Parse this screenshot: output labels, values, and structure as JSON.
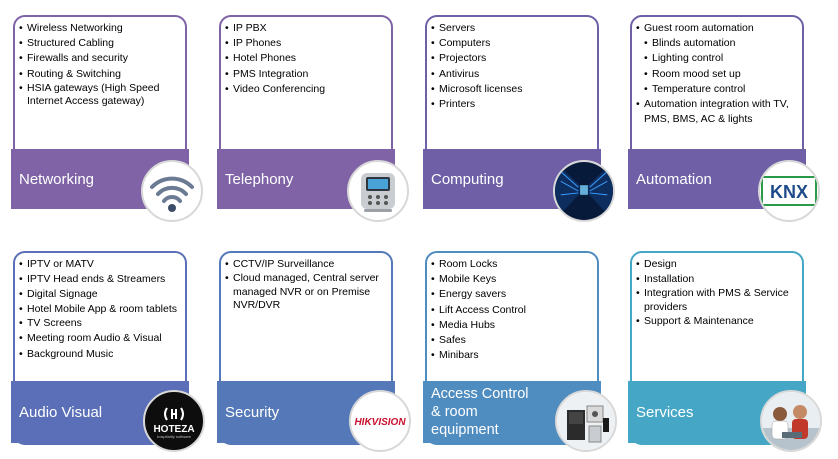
{
  "colors": {
    "row1_band": "#7f63a6",
    "row2_band_start": "#5a6fb7",
    "row2_band_end": "#45a7c5"
  },
  "cards": [
    {
      "title": "Networking",
      "icon": "wifi-icon",
      "items": [
        "Wireless Networking",
        "Structured Cabling",
        "Firewalls and security",
        "Routing & Switching",
        "HSIA gateways (High Speed Internet Access gateway)"
      ]
    },
    {
      "title": "Telephony",
      "icon": "conference-phone-icon",
      "items": [
        "IP PBX",
        "IP Phones",
        "Hotel Phones",
        "PMS Integration",
        "Video Conferencing"
      ]
    },
    {
      "title": "Computing",
      "icon": "server-room-icon",
      "items": [
        "Servers",
        "Computers",
        "Projectors",
        "Antivirus",
        "Microsoft licenses",
        "Printers"
      ]
    },
    {
      "title": "Automation",
      "icon": "knx-logo-icon",
      "logo_text": "KNX",
      "items": [
        "Guest room automation",
        "Blinds automation",
        "Lighting control",
        "Room mood set up",
        "Temperature control",
        "Automation integration with TV, PMS, BMS, AC & lights"
      ]
    },
    {
      "title": "Audio Visual",
      "icon": "hoteza-logo-icon",
      "logo_text": "HOTEZA",
      "logo_subtext": "hospitality software",
      "items": [
        "IPTV or MATV",
        "IPTV Head ends & Streamers",
        "Digital Signage",
        "Hotel Mobile App  & room tablets",
        "TV Screens",
        "Meeting room Audio & Visual",
        "Background Music"
      ]
    },
    {
      "title": "Security",
      "icon": "hikvision-logo-icon",
      "logo_text": "HIKVISION",
      "items": [
        "CCTV/IP Surveillance",
        "Cloud managed, Central server managed NVR or on Premise NVR/DVR"
      ]
    },
    {
      "title": "Access Control & room equipment",
      "icon": "room-equipment-icon",
      "items": [
        "Room Locks",
        "Mobile Keys",
        "Energy savers",
        "Lift Access Control",
        "Media Hubs",
        "Safes",
        "Minibars"
      ]
    },
    {
      "title": "Services",
      "icon": "support-team-icon",
      "items": [
        "Design",
        "Installation",
        "Integration with PMS & Service providers",
        "Support & Maintenance"
      ]
    }
  ]
}
